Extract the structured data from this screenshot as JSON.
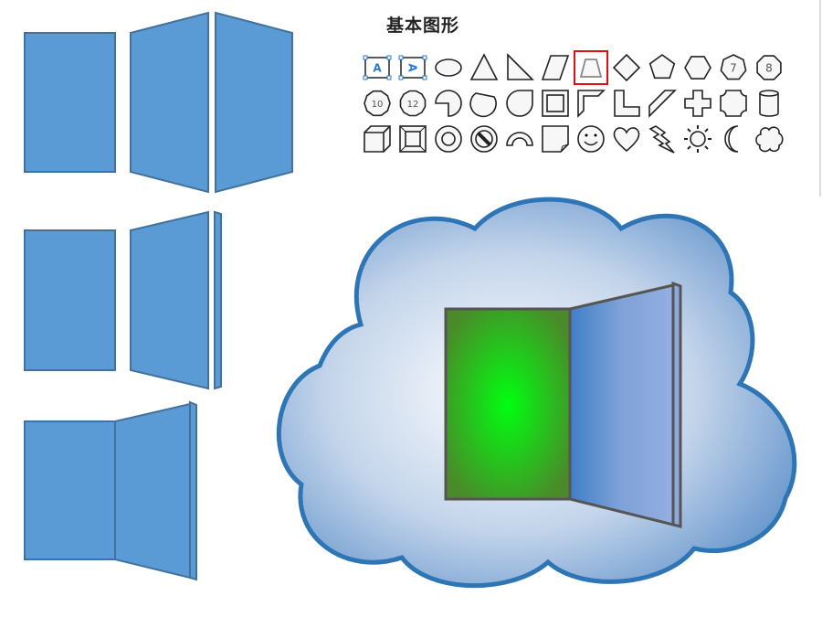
{
  "palette": {
    "title": "基本图形",
    "selected": "trapezoid",
    "shapes": [
      {
        "name": "text-box",
        "label": "A"
      },
      {
        "name": "vertical-text-box",
        "label": "A"
      },
      {
        "name": "oval"
      },
      {
        "name": "triangle"
      },
      {
        "name": "right-triangle"
      },
      {
        "name": "parallelogram"
      },
      {
        "name": "trapezoid"
      },
      {
        "name": "diamond"
      },
      {
        "name": "pentagon"
      },
      {
        "name": "hexagon"
      },
      {
        "name": "heptagon",
        "label": "7"
      },
      {
        "name": "octagon",
        "label": "8"
      },
      {
        "name": "decagon",
        "label": "10"
      },
      {
        "name": "dodecagon",
        "label": "12"
      },
      {
        "name": "pie"
      },
      {
        "name": "chord"
      },
      {
        "name": "teardrop"
      },
      {
        "name": "frame"
      },
      {
        "name": "half-frame"
      },
      {
        "name": "l-shape"
      },
      {
        "name": "diagonal-stripe"
      },
      {
        "name": "cross"
      },
      {
        "name": "plaque"
      },
      {
        "name": "can"
      },
      {
        "name": "cube"
      },
      {
        "name": "bevel"
      },
      {
        "name": "donut"
      },
      {
        "name": "no-symbol"
      },
      {
        "name": "block-arc"
      },
      {
        "name": "folded-corner"
      },
      {
        "name": "smiley-face"
      },
      {
        "name": "heart"
      },
      {
        "name": "lightning-bolt"
      },
      {
        "name": "sun"
      },
      {
        "name": "moon"
      },
      {
        "name": "cloud"
      }
    ]
  },
  "colors": {
    "door": "#5b9bd5",
    "door_stroke": "#41719c",
    "cloud_stroke": "#2e75b6",
    "opening": "#22ee22",
    "selected": "#e01010"
  }
}
